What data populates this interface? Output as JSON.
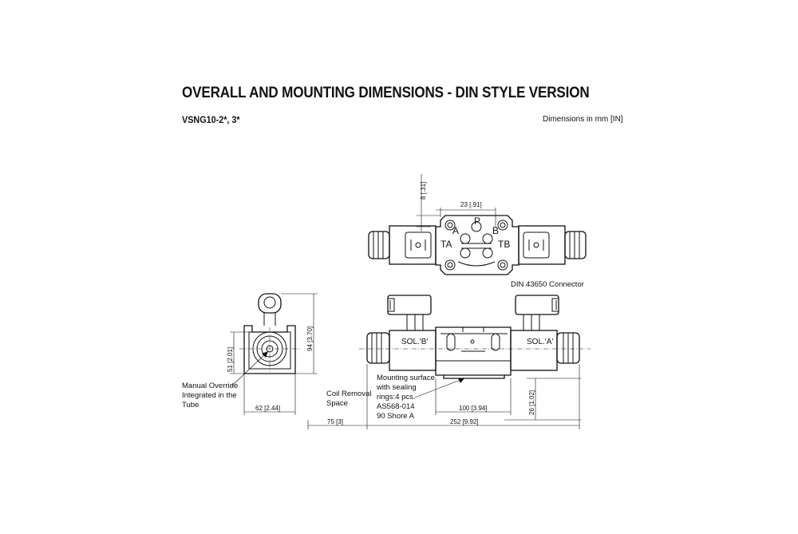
{
  "title": "OVERALL AND MOUNTING DIMENSIONS - DIN STYLE VERSION",
  "subtitle": "VSNG10-2*, 3*",
  "units_note": "Dimensions in mm [IN]",
  "top_view": {
    "dim_height": "8 [.31]",
    "dim_width": "23 [.91]",
    "port_p": "P",
    "port_a": "A",
    "port_b": "B",
    "port_ta": "TA",
    "port_tb": "TB",
    "connector_label": "DIN 43650 Connector"
  },
  "side_view": {
    "sol_b": "SOL.'B'",
    "sol_a": "SOL.'A'",
    "mounting_note": [
      "Mounting surface",
      "with sealing",
      "rings:4 pcs.",
      "AS568-014",
      "90 Shore A"
    ],
    "coil_removal": [
      "Coil Removal",
      "Space"
    ],
    "dim_100": "100 [3.94]",
    "dim_26": "26 [1.02]",
    "dim_252": "252 [9.92]",
    "dim_75": "75 [3]"
  },
  "end_view": {
    "manual_override": [
      "Manual Override",
      "Integrated in the",
      "Tube"
    ],
    "dim_94": "94 [3.70]",
    "dim_51": "51 [2.01]",
    "dim_62": "62 [2.44]"
  }
}
